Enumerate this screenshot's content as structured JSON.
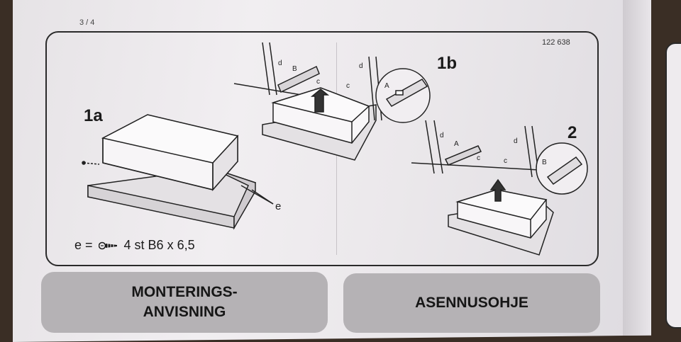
{
  "page": {
    "page_number": "3 / 4",
    "document_number": "122 638"
  },
  "steps": {
    "step_1a": "1a",
    "step_1b": "1b",
    "step_2": "2"
  },
  "callouts": {
    "e": "e",
    "d": "d",
    "b": "B",
    "c": "c",
    "a": "A"
  },
  "formula": {
    "lhs": "e =",
    "rhs": "4 st B6 x 6,5",
    "icon": "screw-icon"
  },
  "labels": {
    "swedish_line1": "MONTERINGS-",
    "swedish_line2": "ANVISNING",
    "finnish": "ASENNUSOHJE"
  },
  "colors": {
    "paper": "#ebe8eb",
    "label_box": "#b5b2b5",
    "ink": "#1a1a1a"
  }
}
